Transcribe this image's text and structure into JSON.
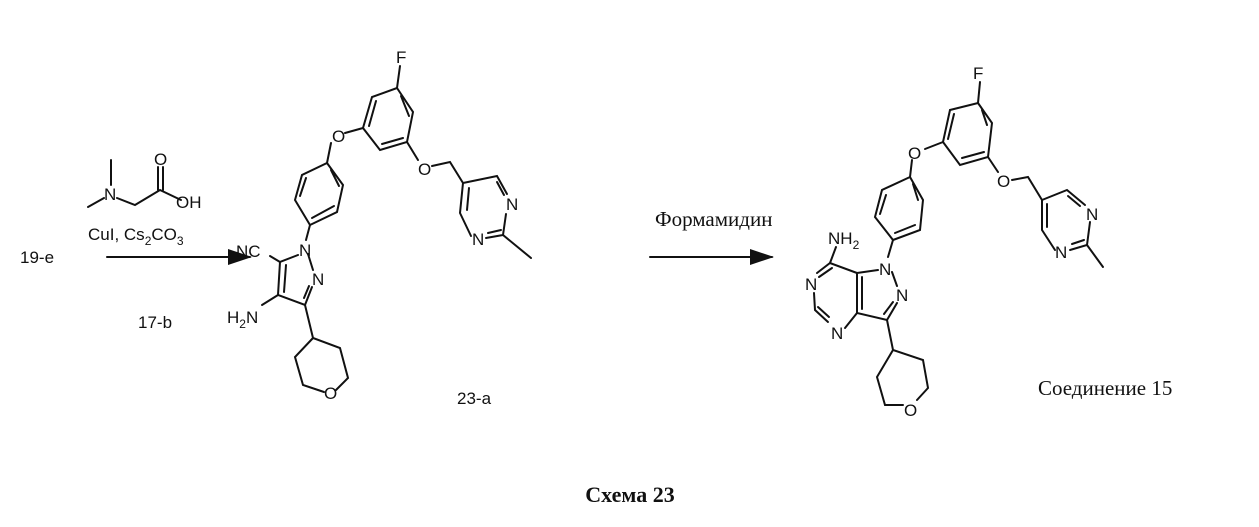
{
  "starting_material": "19-e",
  "step1": {
    "reagent_structure_atoms": {
      "N": "N",
      "O": "O",
      "OH": "OH"
    },
    "conditions_main": "CuI, Cs",
    "conditions_sub": "2",
    "conditions_mid": "CO",
    "conditions_sub2": "3",
    "co_reactant": "17-b"
  },
  "intermediate": {
    "label": "23-a",
    "atoms": {
      "F": "F",
      "O1": "O",
      "O2": "O",
      "N_pym1": "N",
      "N_pym2": "N",
      "NC": "NC",
      "N1": "N",
      "N2": "N",
      "H2N_H": "H",
      "H2N_2": "2",
      "H2N_N": "N",
      "O_ring": "O"
    }
  },
  "step2": {
    "reagent": "Формамидин"
  },
  "product": {
    "label": "Соединение 15",
    "atoms": {
      "F": "F",
      "O1": "O",
      "O2": "O",
      "N_pym1": "N",
      "N_pym2": "N",
      "NH2_N": "NH",
      "NH2_2": "2",
      "N1": "N",
      "N2": "N",
      "N6": "N",
      "N4": "N",
      "O_ring": "O"
    }
  },
  "caption": "Схема 23"
}
